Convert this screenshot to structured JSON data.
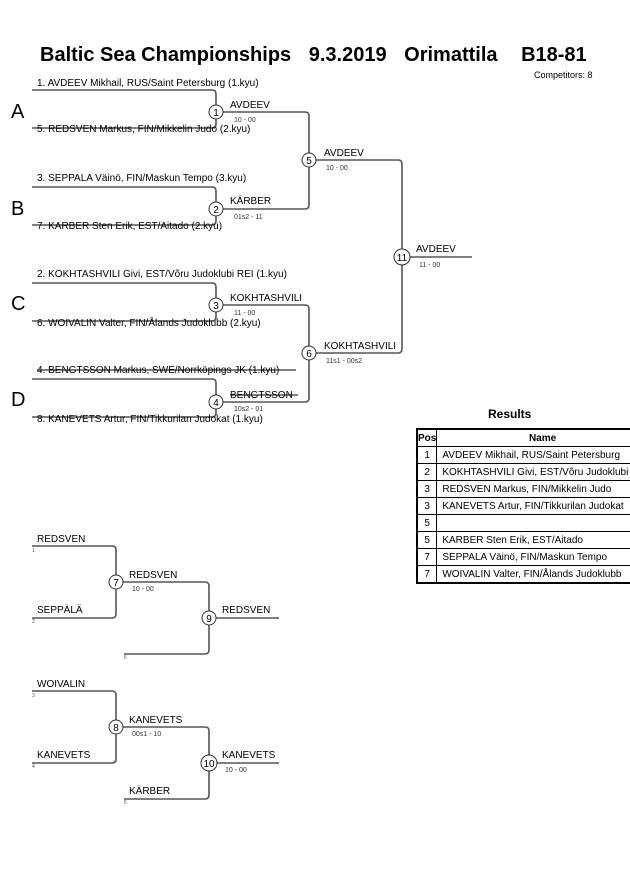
{
  "header": {
    "event": "Baltic Sea Championships",
    "date": "9.3.2019",
    "location": "Orimattila",
    "category": "B18-81",
    "competitors": "Competitors: 8"
  },
  "pools": [
    "A",
    "B",
    "C",
    "D"
  ],
  "main_bracket": {
    "entries": [
      "1. AVDEEV Mikhail, RUS/Saint Petersburg (1.kyu)",
      "5. REDSVEN Markus, FIN/Mikkelin Judo (2.kyu)",
      "3. SEPPALA Väinö, FIN/Maskun Tempo (3.kyu)",
      "7. KARBER Sten Erik, EST/Aitado (2.kyu)",
      "2. KOKHTASHVILI Givi, EST/Võru Judoklubi REI (1.kyu)",
      "6. WOIVALIN Valter, FIN/Ålands Judoklubb (2.kyu)",
      "4. BENGTSSON Markus, SWE/Norrköpings JK (1.kyu)",
      "8. KANEVETS Artur, FIN/Tikkurilan Judokat (1.kyu)"
    ],
    "matches": [
      {
        "no": "1",
        "winner": "AVDEEV",
        "score": "10 - 00"
      },
      {
        "no": "2",
        "winner": "KÄRBER",
        "score": "01s2 - 11"
      },
      {
        "no": "3",
        "winner": "KOKHTASHVILI",
        "score": "11 - 00"
      },
      {
        "no": "4",
        "winner": "BENGTSSON",
        "score": "10s2 - 01"
      },
      {
        "no": "5",
        "winner": "AVDEEV",
        "score": "10 - 00"
      },
      {
        "no": "6",
        "winner": "KOKHTASHVILI",
        "score": "11s1 - 00s2"
      },
      {
        "no": "11",
        "winner": "AVDEEV",
        "score": "11 - 00"
      }
    ]
  },
  "repechage": [
    {
      "entries": [
        {
          "name": "REDSVEN",
          "seed": "1"
        },
        {
          "name": "SEPPÄLÄ",
          "seed": "2"
        },
        {
          "name": "",
          "seed": "6"
        }
      ],
      "matches": [
        {
          "no": "7",
          "winner": "REDSVEN",
          "score": "10 - 00"
        },
        {
          "no": "9",
          "winner": "REDSVEN",
          "score": ""
        }
      ]
    },
    {
      "entries": [
        {
          "name": "WOIVALIN",
          "seed": "3"
        },
        {
          "name": "KANEVETS",
          "seed": "4"
        },
        {
          "name": "KÄRBER",
          "seed": "5"
        }
      ],
      "matches": [
        {
          "no": "8",
          "winner": "KANEVETS",
          "score": "00s1 - 10"
        },
        {
          "no": "10",
          "winner": "KANEVETS",
          "score": "10 - 00"
        }
      ]
    }
  ],
  "results": {
    "title": "Results",
    "headers": {
      "pos": "Pos",
      "name": "Name"
    },
    "rows": [
      {
        "pos": "1",
        "name": "AVDEEV Mikhail, RUS/Saint Petersburg"
      },
      {
        "pos": "2",
        "name": "KOKHTASHVILI Givi, EST/Võru Judoklubi REI"
      },
      {
        "pos": "3",
        "name": "REDSVEN Markus, FIN/Mikkelin Judo"
      },
      {
        "pos": "3",
        "name": "KANEVETS Artur, FIN/Tikkurilan Judokat"
      },
      {
        "pos": "5",
        "name": ""
      },
      {
        "pos": "5",
        "name": "KARBER Sten Erik, EST/Aitado"
      },
      {
        "pos": "7",
        "name": "SEPPALA Väinö, FIN/Maskun Tempo"
      },
      {
        "pos": "7",
        "name": "WOIVALIN Valter, FIN/Ålands Judoklubb"
      }
    ]
  }
}
